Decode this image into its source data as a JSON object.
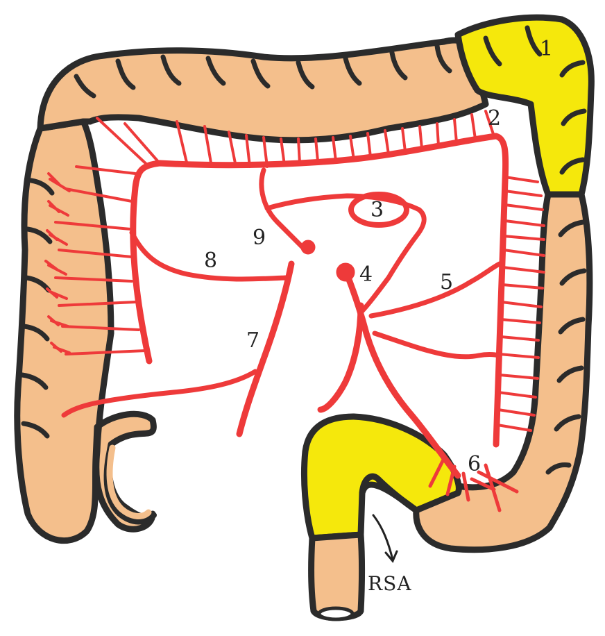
{
  "labels": {
    "l1": "1",
    "l2": "2",
    "l3": "3",
    "l4": "4",
    "l5": "5",
    "l6": "6",
    "l7": "7",
    "l8": "8",
    "l9": "9",
    "rsa": "RSA"
  },
  "colors": {
    "colon": "#f4bf8c",
    "highlight": "#f5e80c",
    "outline": "#2b2b2b",
    "vessel": "#ee3a3a",
    "background": "#ffffff"
  }
}
